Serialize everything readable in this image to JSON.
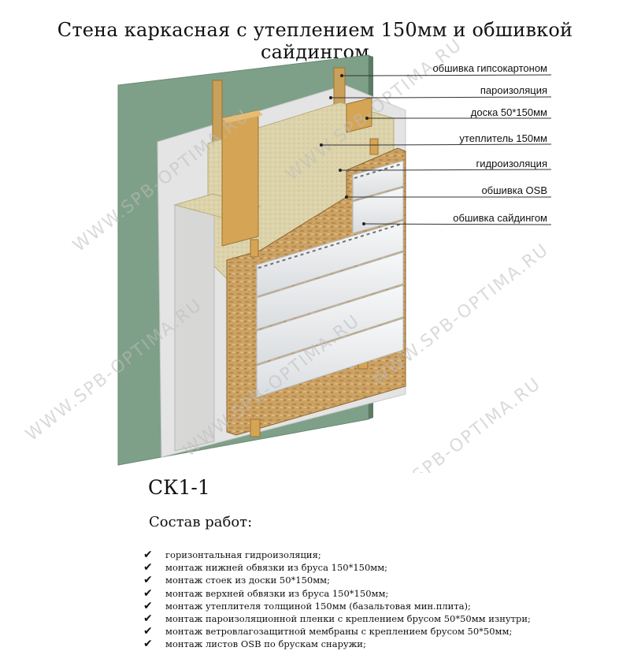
{
  "title": "Стена  каркасная с утеплением 150мм и обшивкой сайдингом",
  "labels": [
    "обшивка гипсокартоном",
    "пароизоляция",
    "доска 50*150мм",
    "утеплитель 150мм",
    "гидроизоляция",
    "обшивка OSB",
    "обшивка сайдингом"
  ],
  "watermark": "WWW.SPB-OPTIMA.RU",
  "code": "СК1-1",
  "subtitle": "Состав работ:",
  "check_icon": "check-icon",
  "works": [
    "горизонтальная гидроизоляция;",
    "монтаж нижней обвязки из бруса 150*150мм;",
    "монтаж стоек из доски 50*150мм;",
    "монтаж верхней обвязки из бруса 150*150мм;",
    "монтаж утеплителя толщиной 150мм (базальтовая мин.плита);",
    "монтаж пароизоляционной пленки с креплением брусом 50*50мм изнутри;",
    "монтаж ветровлагозащитной мембраны с креплением брусом 50*50мм;",
    "монтаж листов OSB по брускам снаружи;"
  ],
  "colors": {
    "drywall": "#7f9f86",
    "vapor": "#e3e3e3",
    "wool": "#d9d0a8",
    "wood": "#d6a456",
    "osb": "#caa262",
    "siding": "#eef0f2"
  }
}
